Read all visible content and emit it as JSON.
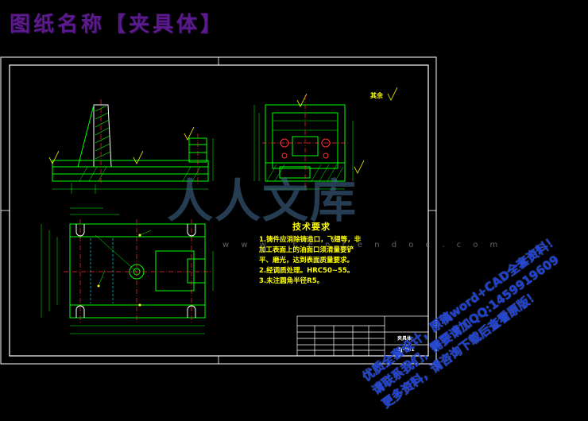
{
  "header": {
    "title": "图纸名称【夹具体】"
  },
  "drawing": {
    "roughness_note_label": "其余",
    "tech_requirements": {
      "title": "技术要求",
      "items": [
        "1.铸件应消除铸造口，飞翅等，非",
        "加工表面上的油面口须清量要铲",
        "平、磨光，达到表面质量要求。",
        "2.经调质处理。HRC50~55。",
        "3.未注圆角半径R5。"
      ]
    },
    "title_block": {
      "part_name": "夹具体",
      "drawing_no": "ZJ-001"
    }
  },
  "watermark": {
    "brand": "人人文库",
    "url": "w w w . r e n r e n d o c . c o m"
  },
  "promo": {
    "lines": [
      "优质全套设计，原稿word+CAD全套资料！",
      "请联系我们，需要请加QQ:1459919609",
      "更多资料，请咨询下载后查看原版！"
    ]
  },
  "colors": {
    "title": "#5a1a8c",
    "frame": "#ffffff",
    "outline": "#00ff00",
    "hidden": "#00ffff",
    "center": "#ff3030",
    "hatch": "#00ff00",
    "text": "#ffff00",
    "promo": "#1b3fd0"
  }
}
